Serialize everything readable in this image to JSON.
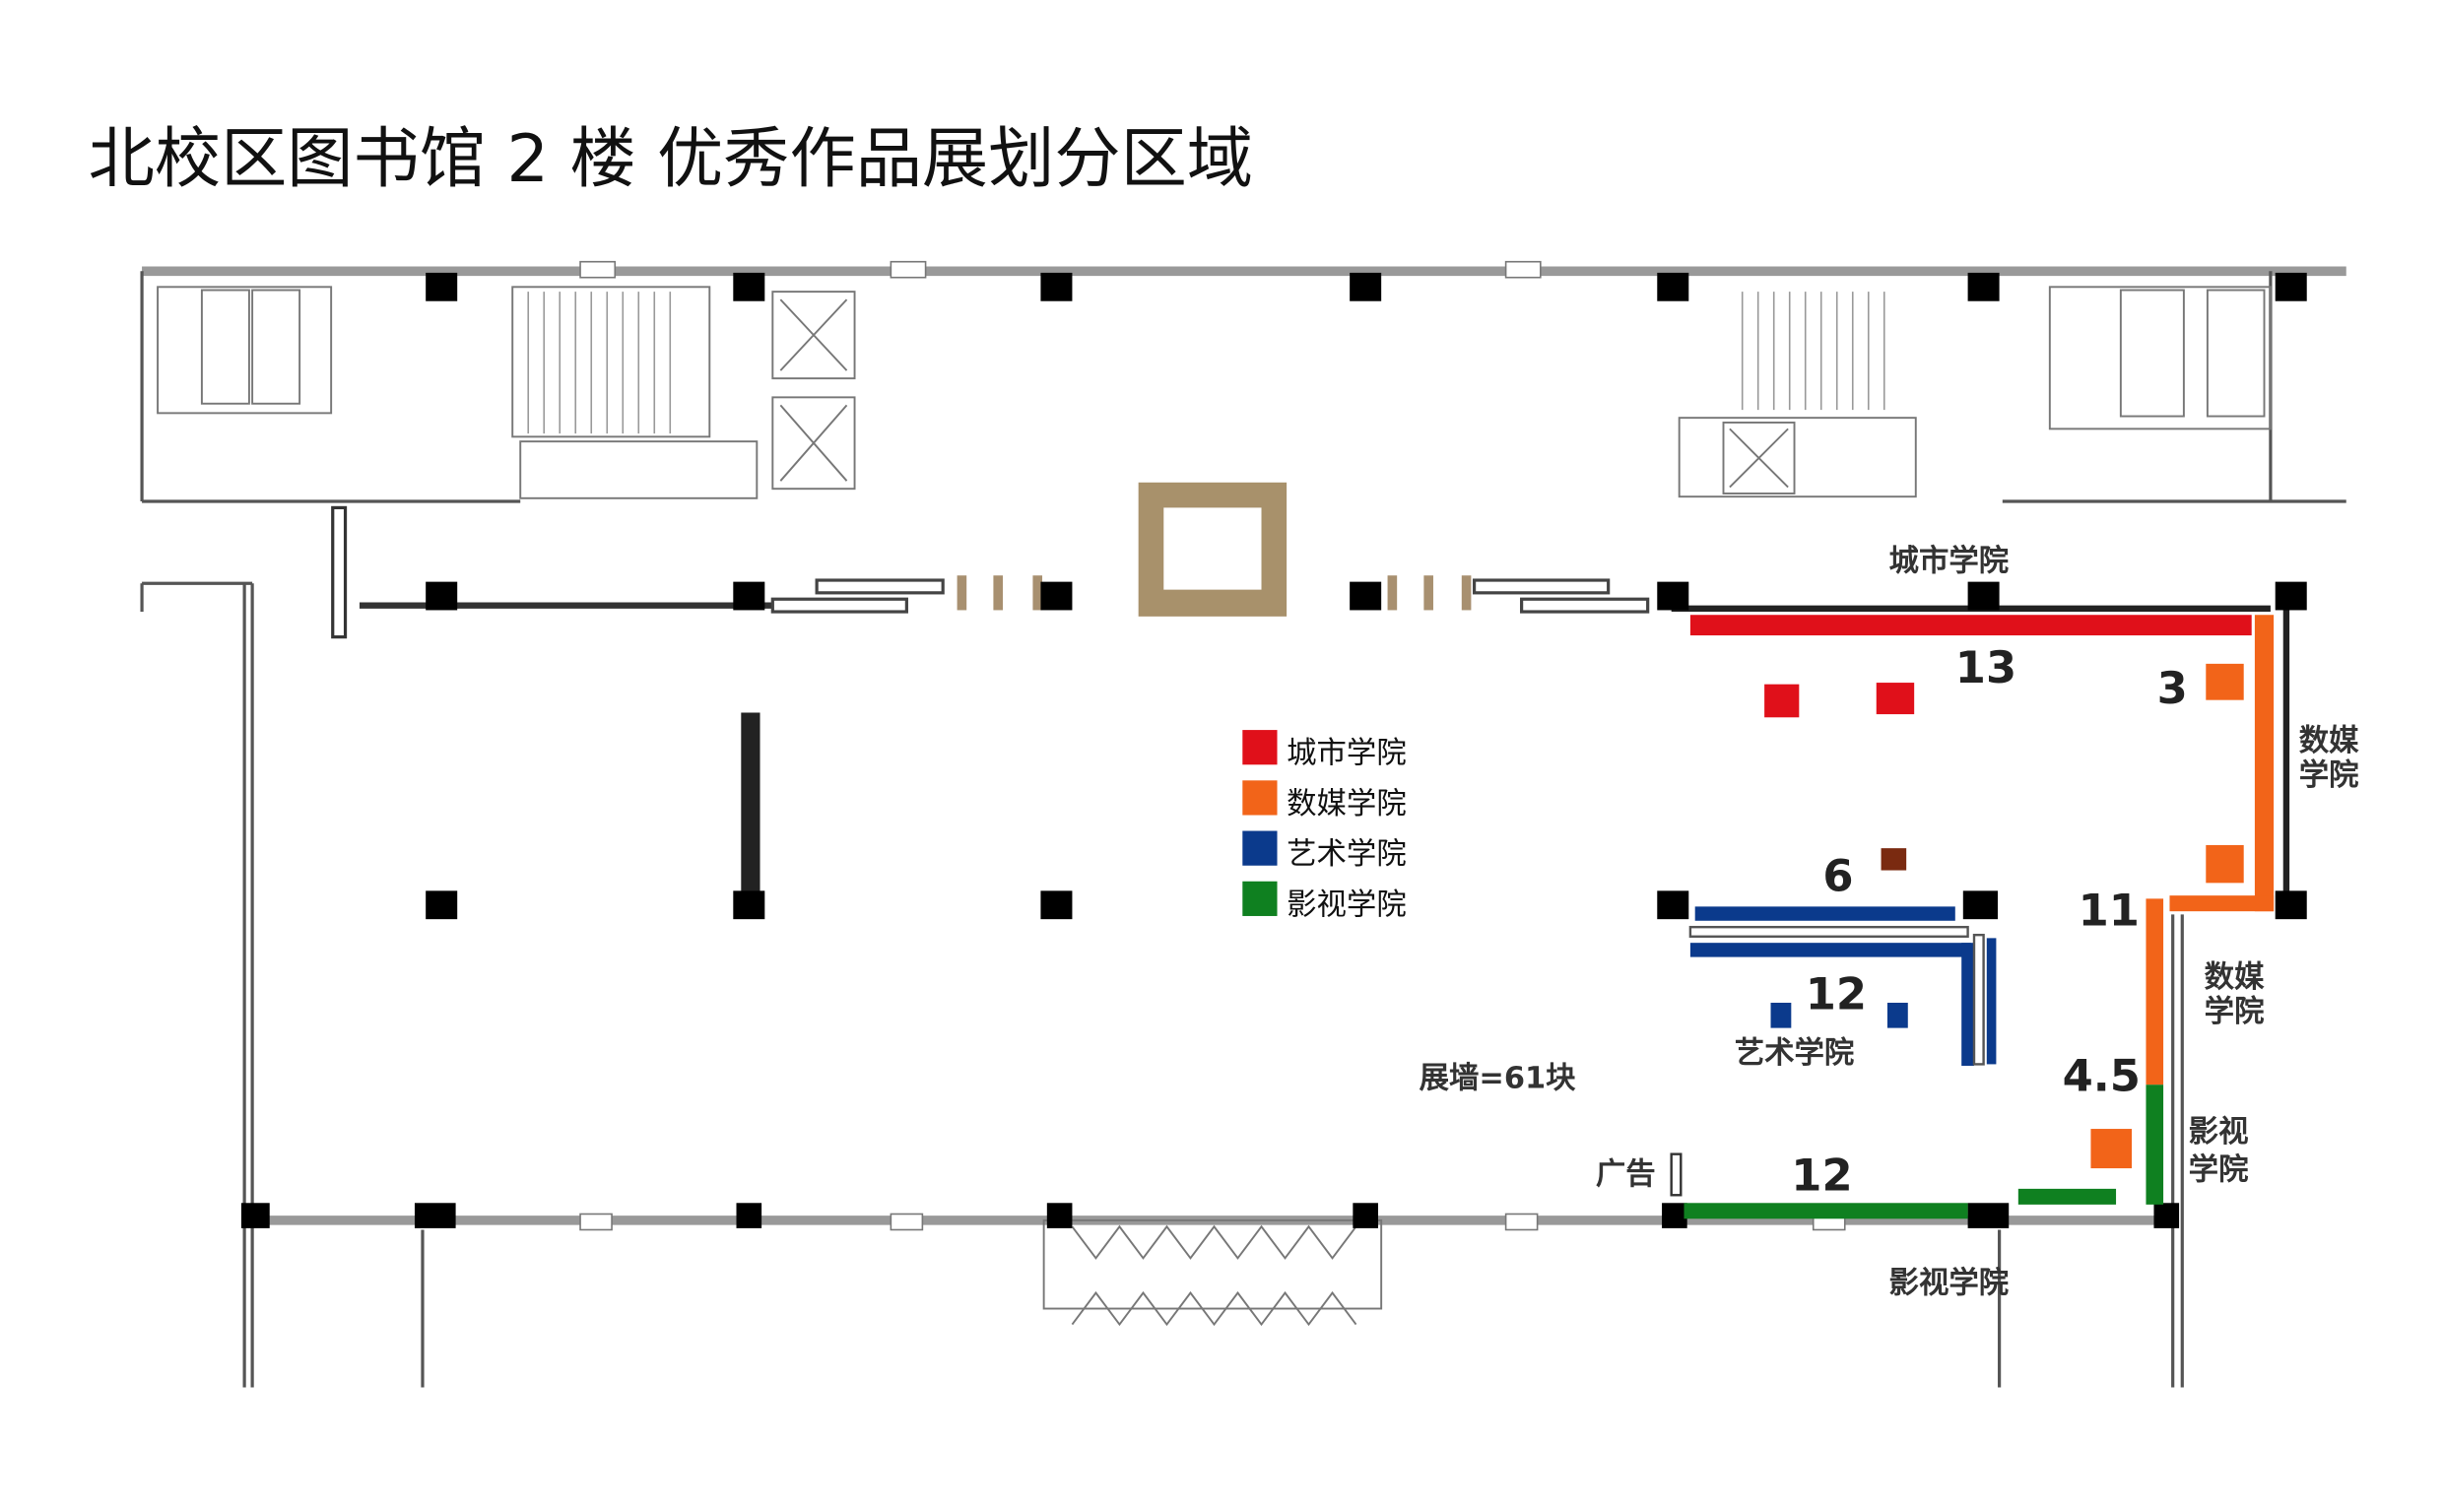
{
  "title": "北校区图书馆 2 楼  优秀作品展划分区域",
  "colors": {
    "city": "#e0101a",
    "media": "#f26419",
    "art": "#0b3a8c",
    "film": "#0f8020",
    "brown": "#7a2a10"
  },
  "legend": [
    {
      "label": "城市学院",
      "color": "#e0101a"
    },
    {
      "label": "数媒学院",
      "color": "#f26419"
    },
    {
      "label": "艺术学院",
      "color": "#0b3a8c"
    },
    {
      "label": "影视学院",
      "color": "#0f8020"
    }
  ],
  "zones": {
    "city": {
      "label": "城市学院",
      "count": "13"
    },
    "media_top": {
      "label_line1": "数媒",
      "label_line2": "学院",
      "count": "3"
    },
    "media_mid": {
      "label_line1": "数媒",
      "label_line2": "学院",
      "count": "11"
    },
    "art": {
      "label": "艺术学院",
      "count_top": "6",
      "count": "12"
    },
    "film_side": {
      "label_line1": "影视",
      "label_line2": "学院",
      "count": "4.5"
    },
    "film_bottom": {
      "label": "影视学院",
      "count": "12"
    }
  },
  "total": "展墙=61块",
  "ad_label": "广告"
}
